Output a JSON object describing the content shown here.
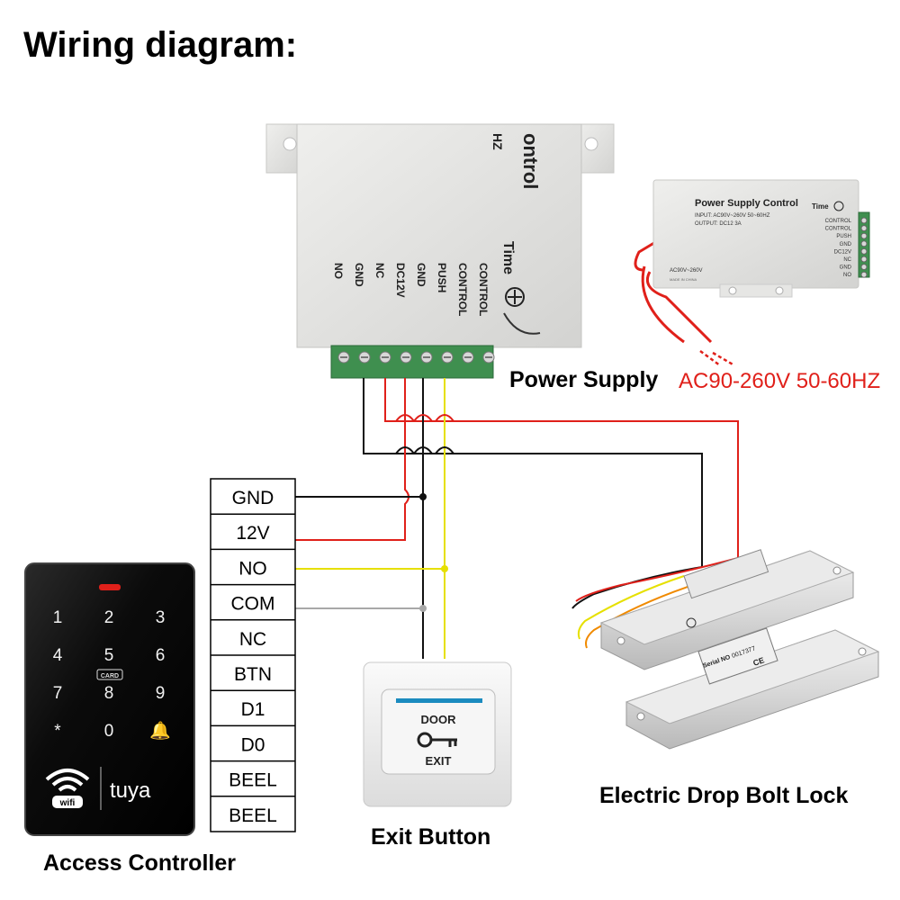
{
  "title": "Wiring diagram:",
  "controller_box": {
    "label_partial": "ontrol",
    "hz_partial": "HZ",
    "time_label": "Time",
    "terminals": [
      "NO",
      "GND",
      "NC",
      "DC12V",
      "GND",
      "PUSH",
      "CONTROL",
      "CONTROL"
    ]
  },
  "power_supply_photo": {
    "title": "Power Supply Control",
    "input": "INPUT:  AC90V~260V 50~60HZ",
    "output": "OUTPUT:  DC12  3A",
    "time_label": "Time",
    "ac_label": "AC90V~260V",
    "made_in": "MADE IN CHINA",
    "terminals": [
      "CONTROL",
      "CONTROL",
      "PUSH",
      "GND",
      "DC12V",
      "NC",
      "GND",
      "NO"
    ]
  },
  "power_supply": {
    "label": "Power Supply",
    "voltage": "AC90-260V 50-60HZ"
  },
  "access_terminals": [
    "GND",
    "12V",
    "NO",
    "COM",
    "NC",
    "BTN",
    "D1",
    "D0",
    "BEEL",
    "BEEL"
  ],
  "keypad": {
    "keys": [
      "1",
      "2",
      "3",
      "4",
      "5",
      "6",
      "7",
      "8",
      "9",
      "*",
      "0",
      "🔔"
    ],
    "card_label": "CARD",
    "wifi_label": "wifi",
    "brand": "tuya"
  },
  "exit_button": {
    "top_text": "DOOR",
    "bottom_text": "EXIT",
    "caption": "Exit Button"
  },
  "lock": {
    "caption": "Electric Drop Bolt Lock",
    "serial_label": "Serial NO",
    "serial_value": "0017377",
    "ce_mark": "CE"
  },
  "access_caption": "Access Controller",
  "colors": {
    "red_wire": "#e0201a",
    "black_wire": "#111111",
    "yellow_wire": "#e6e000",
    "gray_wire": "#a8a8a8",
    "terminal_green": "#3f8f4f",
    "panel_gray": "#e4e4e2",
    "keypad_black": "#0c0c0c"
  }
}
